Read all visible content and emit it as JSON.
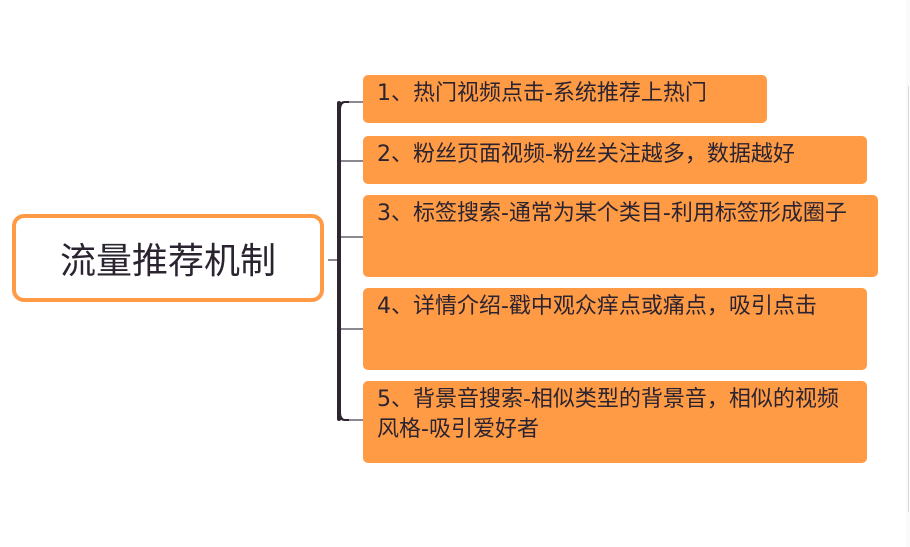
{
  "mindmap": {
    "root": {
      "label": "流量推荐机制"
    },
    "branches": [
      {
        "label": "1、热门视频点击-系统推荐上热门"
      },
      {
        "label": "2、粉丝页面视频-粉丝关注越多，数据越好"
      },
      {
        "label": "3、标签搜索-通常为某个类目-利用标签形成圈子"
      },
      {
        "label": "4、详情介绍-戳中观众痒点或痛点，吸引点击"
      },
      {
        "label": "5、背景音搜索-相似类型的背景音，相似的视频风格-吸引爱好者"
      }
    ]
  },
  "colors": {
    "node_fill": "#ff9a45",
    "root_border": "#ff9a45",
    "text": "#2b2430",
    "connector": "#2e2530"
  }
}
